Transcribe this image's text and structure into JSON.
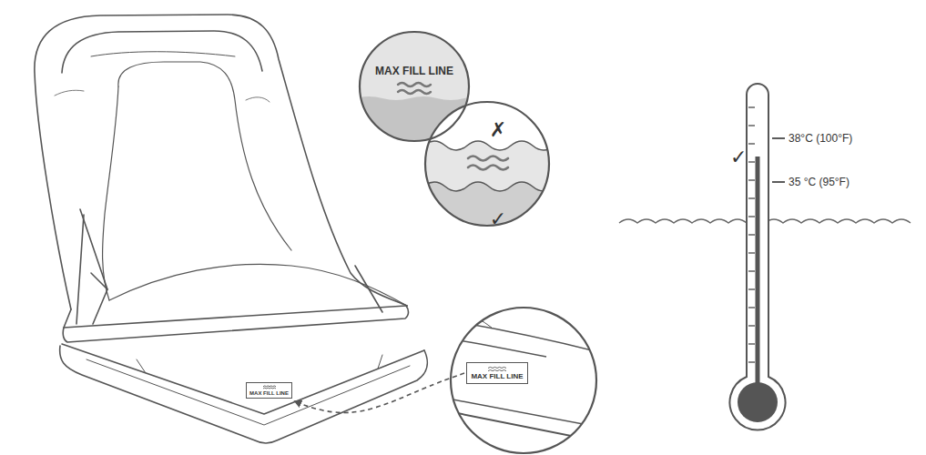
{
  "diagram": {
    "nodes": [
      {
        "text": [
          "MAX FILL LINE"
        ]
      },
      {
        "text": [
          "✗",
          "✓"
        ]
      },
      {
        "text": [
          "MAX FILL LINE"
        ]
      },
      {
        "text": [
          "MAX FILL LINE"
        ]
      }
    ],
    "edges": [
      {
        "from": 3,
        "to": 2,
        "arrow": "to"
      }
    ],
    "labels": [
      "38°C (100°F)",
      "✓",
      "35 °C (95°F)"
    ]
  }
}
